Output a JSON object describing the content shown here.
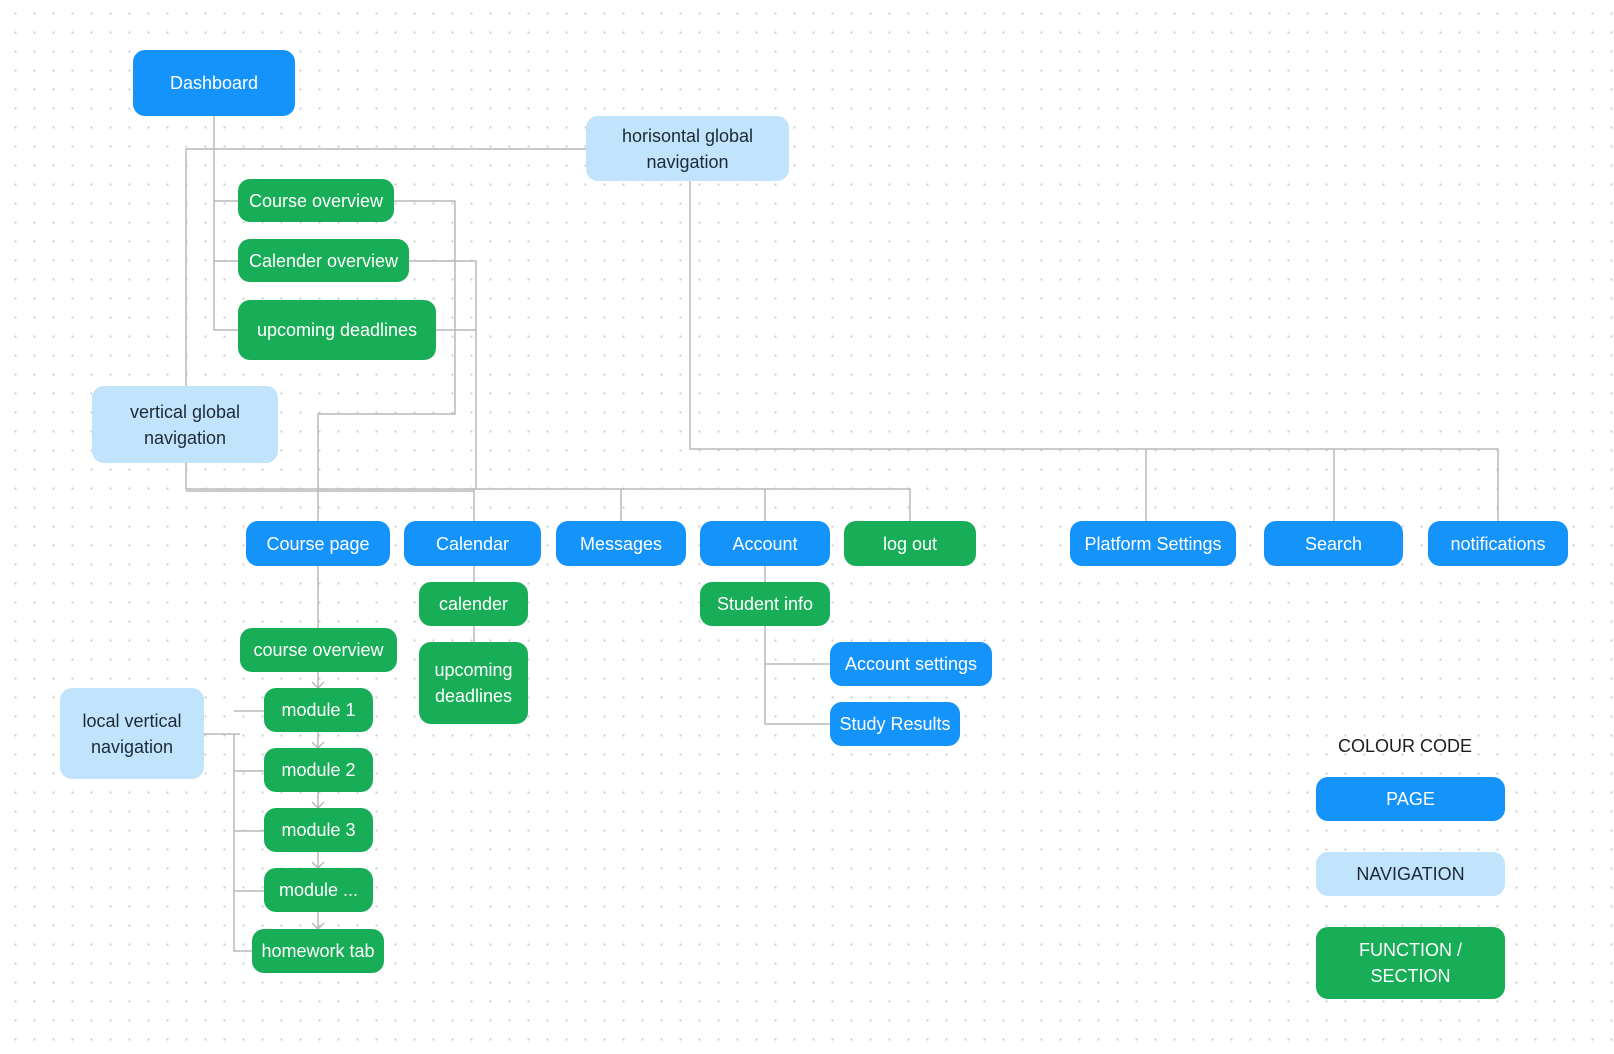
{
  "nodes": {
    "dashboard": "Dashboard",
    "horizontal_nav": "horisontal global navigation",
    "course_overview_top": "Course overview",
    "calender_overview": "Calender overview",
    "upcoming_deadlines_top": "upcoming deadlines",
    "vertical_nav": "vertical global navigation",
    "course_page": "Course page",
    "calendar": "Calendar",
    "messages": "Messages",
    "account": "Account",
    "log_out": "log out",
    "platform_settings": "Platform Settings",
    "search": "Search",
    "notifications": "notifications",
    "calender_sub": "calender",
    "upcoming_deadlines_sub": "upcoming deadlines",
    "student_info": "Student info",
    "account_settings": "Account settings",
    "study_results": "Study Results",
    "course_overview_sub": "course overview",
    "module_1": "module 1",
    "module_2": "module 2",
    "module_3": "module 3",
    "module_more": "module ...",
    "homework_tab": "homework tab",
    "local_vertical_nav": "local vertical navigation"
  },
  "legend": {
    "title": "COLOUR CODE",
    "page": "PAGE",
    "navigation": "NAVIGATION",
    "function_section": "FUNCTION / SECTION"
  },
  "colors": {
    "page": "#1493fb",
    "navigation": "#c1e3fc",
    "function_section": "#18ad57",
    "connector": "#b9b9b9"
  }
}
